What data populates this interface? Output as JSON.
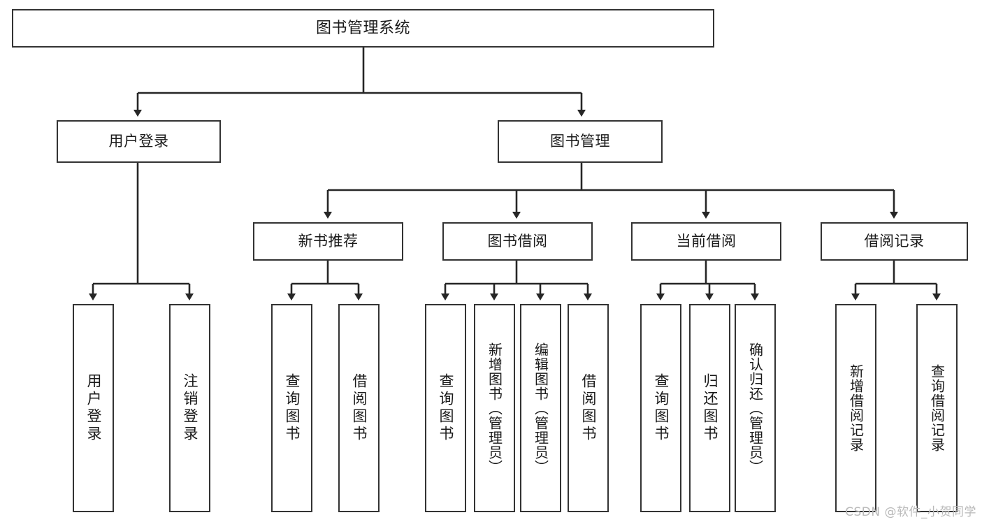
{
  "diagram": {
    "title": "图书管理系统",
    "type": "tree-hierarchy-chart",
    "root": {
      "label": "图书管理系统"
    },
    "level1": [
      {
        "label": "用户登录"
      },
      {
        "label": "图书管理"
      }
    ],
    "level2": [
      {
        "label": "新书推荐"
      },
      {
        "label": "图书借阅"
      },
      {
        "label": "当前借阅"
      },
      {
        "label": "借阅记录"
      }
    ],
    "leaves": {
      "user_login": [
        {
          "label": "用户登录"
        },
        {
          "label": "注销登录"
        }
      ],
      "new_book_recommend": [
        {
          "label": "查询图书"
        },
        {
          "label": "借阅图书"
        }
      ],
      "book_borrow": [
        {
          "label": "查询图书"
        },
        {
          "label": "新增图书（管理员）"
        },
        {
          "label": "编辑图书（管理员）"
        },
        {
          "label": "借阅图书"
        }
      ],
      "current_borrow": [
        {
          "label": "查询图书"
        },
        {
          "label": "归还图书"
        },
        {
          "label": "确认归还（管理员）"
        }
      ],
      "borrow_record": [
        {
          "label": "新增借阅记录"
        },
        {
          "label": "查询借阅记录"
        }
      ]
    }
  },
  "watermark": {
    "text": "CSDN @软件_小贺同学"
  },
  "colors": {
    "box_border": "#333333",
    "box_fill": "#ffffff",
    "connector": "#262626",
    "text": "#1a1a1a",
    "watermark": "#b9b9b9"
  }
}
